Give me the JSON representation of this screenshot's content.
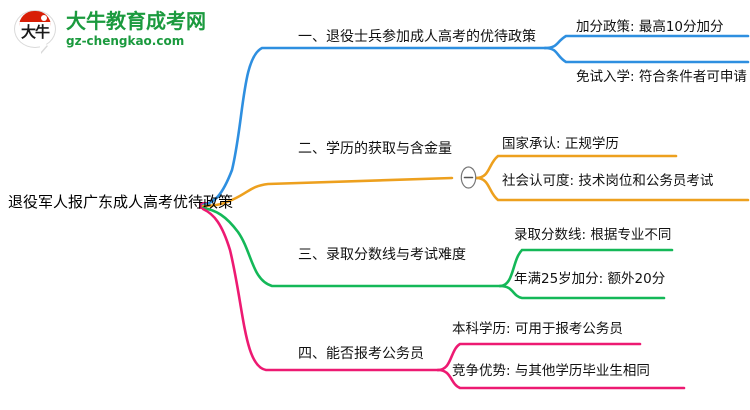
{
  "logo": {
    "mark_text": "大牛",
    "wordmark": "大牛教育成考网",
    "url": "gz-chengkao.com",
    "mark_color": "#d81e06",
    "brand_color": "#1b9a3e"
  },
  "mindmap": {
    "root": {
      "label": "退役军人报广东成人高考优待政策"
    },
    "branches": [
      {
        "label": "一、退役士兵参加成人高考的优待政策",
        "color": "#2e8fe0",
        "collapsed": false,
        "children": [
          {
            "label": "加分政策: 最高10分加分"
          },
          {
            "label": "免试入学: 符合条件者可申请"
          }
        ]
      },
      {
        "label": "二、学历的获取与含金量",
        "color": "#eda01e",
        "collapsed": false,
        "toggle_icon": "minus-circle-icon",
        "children": [
          {
            "label": "国家承认: 正规学历"
          },
          {
            "label": "社会认可度: 技术岗位和公务员考试"
          }
        ]
      },
      {
        "label": "三、录取分数线与考试难度",
        "color": "#14b858",
        "collapsed": false,
        "children": [
          {
            "label": "录取分数线: 根据专业不同"
          },
          {
            "label": "年满25岁加分: 额外20分"
          }
        ]
      },
      {
        "label": "四、能否报考公务员",
        "color": "#ed1a72",
        "collapsed": false,
        "children": [
          {
            "label": "本科学历: 可用于报考公务员"
          },
          {
            "label": "竞争优势: 与其他学历毕业生相同"
          }
        ]
      }
    ]
  }
}
